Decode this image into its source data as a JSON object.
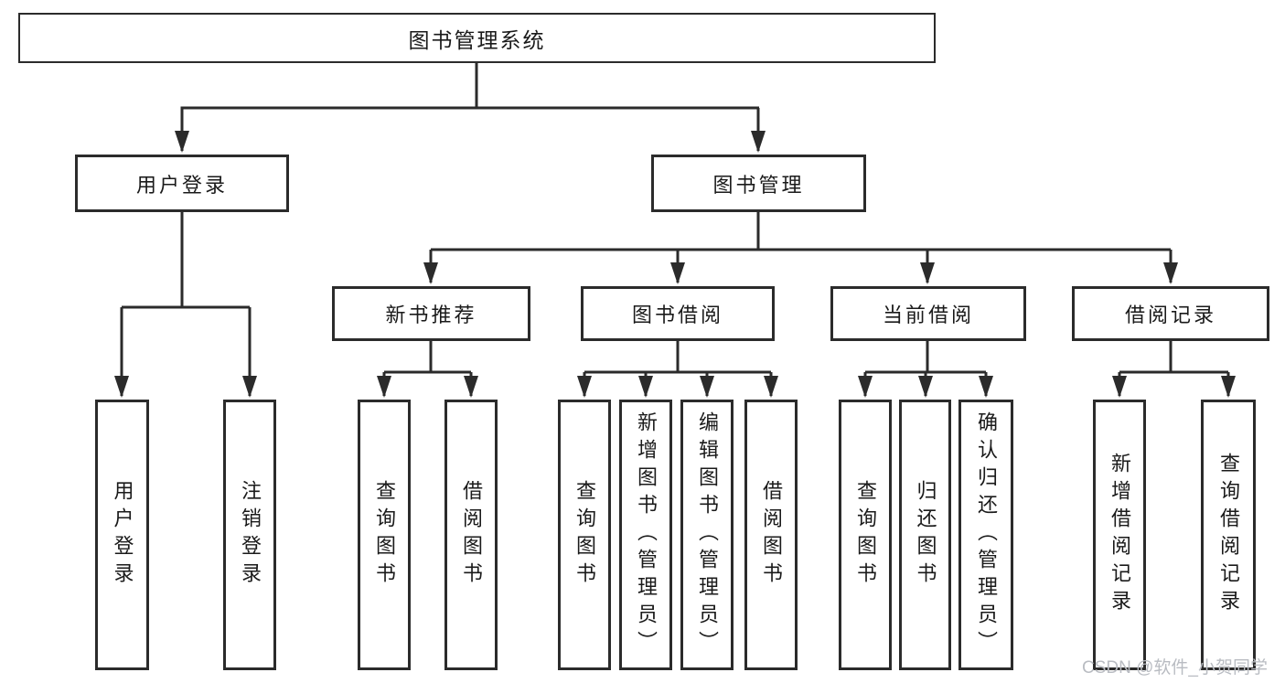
{
  "tree": {
    "label": "图书管理系统",
    "children": [
      {
        "label": "用户登录",
        "children": [
          {
            "label": "用户登录"
          },
          {
            "label": "注销登录"
          }
        ]
      },
      {
        "label": "图书管理",
        "children": [
          {
            "label": "新书推荐",
            "children": [
              {
                "label": "查询图书"
              },
              {
                "label": "借阅图书"
              }
            ]
          },
          {
            "label": "图书借阅",
            "children": [
              {
                "label": "查询图书"
              },
              {
                "label": "新增图书（管理员）"
              },
              {
                "label": "编辑图书（管理员）"
              },
              {
                "label": "借阅图书"
              }
            ]
          },
          {
            "label": "当前借阅",
            "children": [
              {
                "label": "查询图书"
              },
              {
                "label": "归还图书"
              },
              {
                "label": "确认归还（管理员）"
              }
            ]
          },
          {
            "label": "借阅记录",
            "children": [
              {
                "label": "新增借阅记录"
              },
              {
                "label": "查询借阅记录"
              }
            ]
          }
        ]
      }
    ]
  },
  "watermark": {
    "text": "CSDN @软件_小贺同学"
  },
  "colors": {
    "line": "#2b2b2b",
    "text": "#1a1a1a",
    "watermark": "#b9bcc2",
    "background": "#ffffff"
  }
}
